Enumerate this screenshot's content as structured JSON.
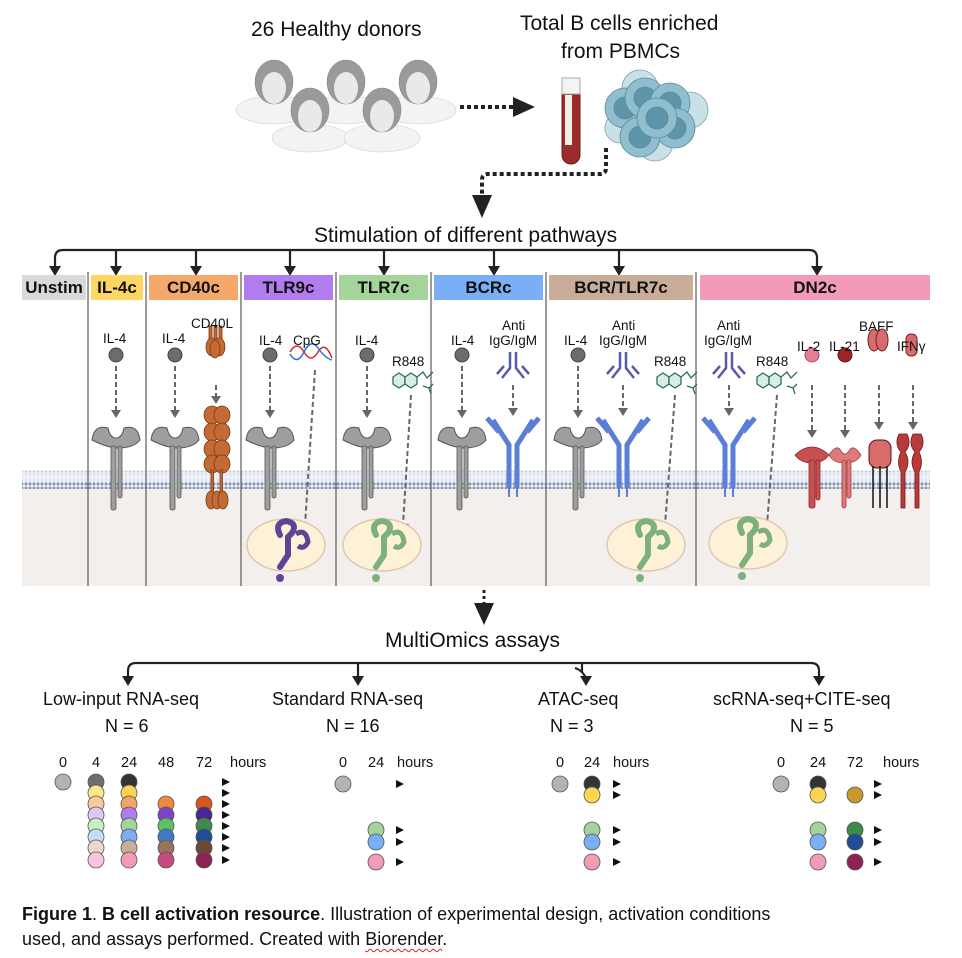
{
  "top": {
    "donors_label": "26 Healthy donors",
    "bcells_label_line1": "Total B cells enriched",
    "bcells_label_line2": "from PBMCs"
  },
  "stimulation": {
    "title": "Stimulation of different pathways",
    "conditions": [
      {
        "label": "Unstim",
        "color": "#d9d9d9",
        "stimuli": []
      },
      {
        "label": "IL-4c",
        "color": "#fdd663",
        "stimuli": [
          "IL-4"
        ]
      },
      {
        "label": "CD40c",
        "color": "#f4a96b",
        "stimuli": [
          "IL-4",
          "CD40L"
        ]
      },
      {
        "label": "TLR9c",
        "color": "#b07cf0",
        "stimuli": [
          "IL-4",
          "CpG"
        ]
      },
      {
        "label": "TLR7c",
        "color": "#a4d49a",
        "stimuli": [
          "IL-4",
          "R848"
        ]
      },
      {
        "label": "BCRc",
        "color": "#7aaef5",
        "stimuli": [
          "IL-4",
          "Anti IgG/IgM"
        ]
      },
      {
        "label": "BCR/TLR7c",
        "color": "#c9ad98",
        "stimuli": [
          "IL-4",
          "Anti IgG/IgM",
          "R848"
        ]
      },
      {
        "label": "DN2c",
        "color": "#f39ab9",
        "stimuli": [
          "Anti IgG/IgM",
          "R848",
          "IL-2",
          "IL-21",
          "BAFF",
          "IFNγ"
        ]
      }
    ],
    "labels": {
      "il4": "IL-4",
      "cd40l": "CD40L",
      "cpg": "CpG",
      "r848": "R848",
      "anti_line1": "Anti",
      "anti_line2": "IgG/IgM",
      "il2": "IL-2",
      "il21": "IL-21",
      "baff": "BAFF",
      "ifng": "IFNγ"
    }
  },
  "multiomics": {
    "title": "MultiOmics assays",
    "hours_label": "hours",
    "assays": [
      {
        "name": "Low-input RNA-seq",
        "n": "N = 6",
        "timepoints": [
          "0",
          "4",
          "24",
          "48",
          "72"
        ],
        "rows": [
          [
            "#b3b3b3",
            "#6e6e6e",
            "#333333",
            null,
            null
          ],
          [
            null,
            "#fde68e",
            "#fcd451",
            null,
            null
          ],
          [
            null,
            "#f9c99e",
            "#f4a46a",
            "#f0883c",
            "#d9561f"
          ],
          [
            null,
            "#dcc6f7",
            "#b07cf0",
            "#7b46c4",
            "#4a2596"
          ],
          [
            null,
            "#c9edc2",
            "#a4d49a",
            "#5fbf67",
            "#3b8c4e"
          ],
          [
            null,
            "#c6dcf9",
            "#7aaef5",
            "#3f79c7",
            "#1f4e94"
          ],
          [
            null,
            "#ead8cb",
            "#c9ad98",
            "#9a7459",
            "#6b4a33"
          ],
          [
            null,
            "#f8c6dc",
            "#f39ab9",
            "#c84a82",
            "#8c2350"
          ]
        ]
      },
      {
        "name": "Standard RNA-seq",
        "n": "N = 16",
        "timepoints": [
          "0",
          "24"
        ],
        "rows": [
          [
            "#b3b3b3",
            null
          ],
          [
            null,
            "#a4d49a"
          ],
          [
            null,
            "#7aaef5"
          ],
          [
            null,
            "#f39ab9"
          ]
        ]
      },
      {
        "name": "ATAC-seq",
        "n": "N = 3",
        "timepoints": [
          "0",
          "24"
        ],
        "rows": [
          [
            "#b3b3b3",
            "#333333"
          ],
          [
            null,
            "#fcd451"
          ],
          [
            null,
            "#a4d49a"
          ],
          [
            null,
            "#7aaef5"
          ],
          [
            null,
            "#f39ab9"
          ]
        ]
      },
      {
        "name": "scRNA-seq+CITE-seq",
        "n": "N = 5",
        "timepoints": [
          "0",
          "24",
          "72"
        ],
        "rows": [
          [
            "#b3b3b3",
            "#333333",
            null
          ],
          [
            null,
            "#fcd451",
            "#c79a2f"
          ],
          [
            null,
            "#a4d49a",
            "#3b8c4e"
          ],
          [
            null,
            "#7aaef5",
            "#1f4e94"
          ],
          [
            null,
            "#f39ab9",
            "#8c2350"
          ]
        ]
      }
    ]
  },
  "caption": {
    "fig_label": "Figure 1",
    "sep": ". ",
    "bold_title": "B cell activation resource",
    "text1": ". Illustration of experimental design, activation conditions",
    "text2_a": "used, and assays performed. Created with ",
    "text2_word": "Biorender",
    "text2_end": "."
  }
}
